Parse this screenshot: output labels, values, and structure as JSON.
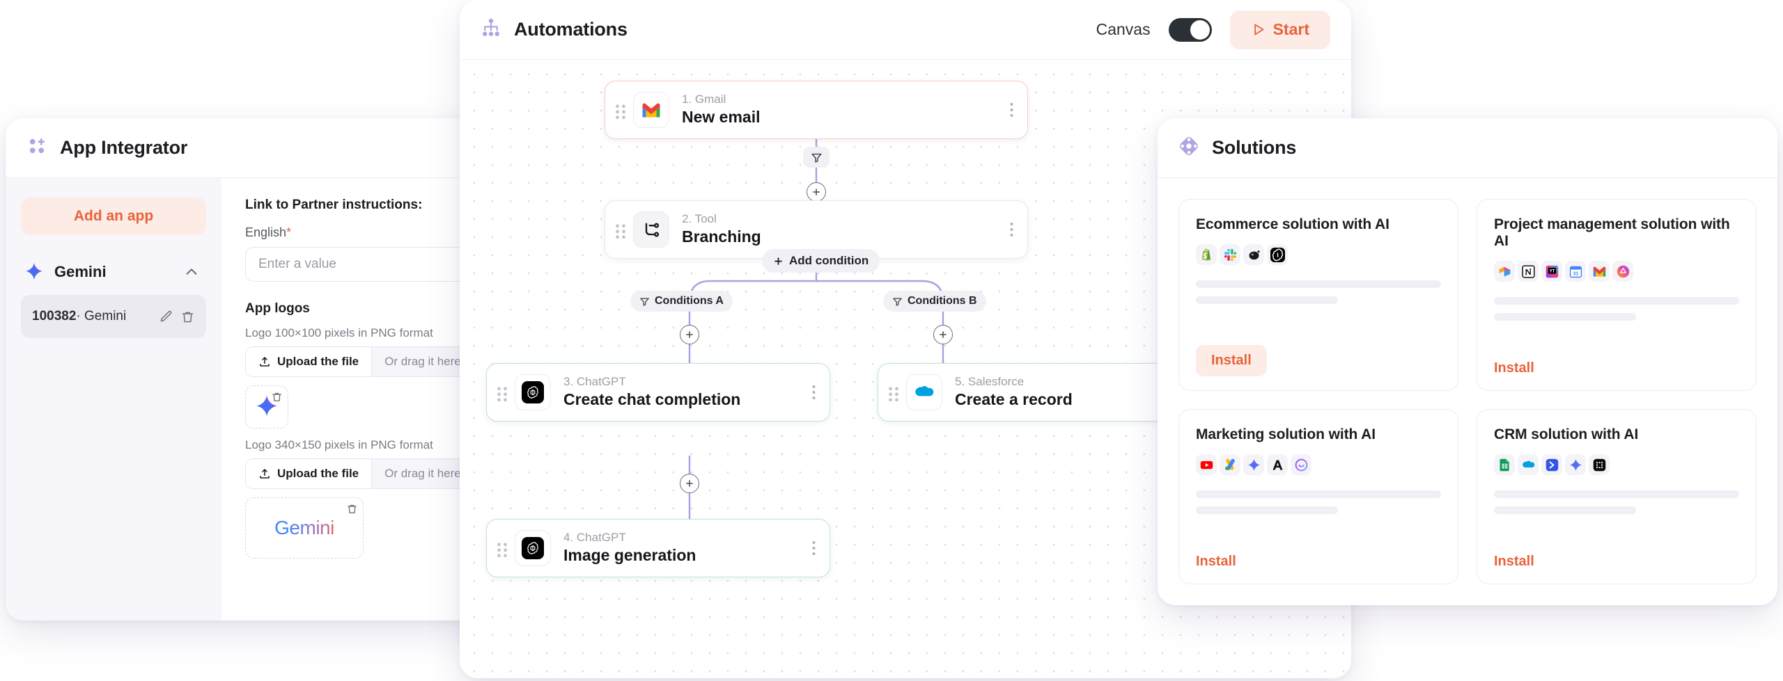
{
  "app_integrator": {
    "title": "App Integrator",
    "icon": "apps-grid-plus-icon",
    "sidebar": {
      "add_button": "Add an app",
      "group": {
        "name": "Gemini",
        "icon": "gemini-star-icon",
        "chevron": "chevron-up-icon"
      },
      "rows": [
        {
          "id": "100382",
          "separator": "·",
          "name": "Gemini",
          "edit_icon": "pencil-icon",
          "delete_icon": "trash-icon"
        }
      ]
    },
    "form": {
      "link_heading": "Link to Partner instructions:",
      "language_label": "English",
      "required_mark": "*",
      "input_placeholder": "Enter a value",
      "input_value": "",
      "logos_section": "App logos",
      "logo_small_hint": "Logo 100×100 pixels in PNG format",
      "logo_wide_hint": "Logo 340×150 pixels in PNG format",
      "upload_button": "Upload the file",
      "drag_text": "Or drag it here",
      "small_thumb_icon": "gemini-star-logo",
      "wide_thumb_text": "Gemini",
      "thumb_delete_icon": "trash-icon"
    }
  },
  "automations": {
    "title": "Automations",
    "icon": "sitemap-icon",
    "canvas_toggle_label": "Canvas",
    "canvas_toggle_on": true,
    "start_button": "Start",
    "start_icon": "play-icon",
    "add_condition": "Add condition",
    "add_condition_icon": "plus-icon",
    "filter_icon": "funnel-icon",
    "branch_labels": [
      {
        "label": "Conditions A",
        "icon": "funnel-icon"
      },
      {
        "label": "Conditions B",
        "icon": "funnel-icon"
      }
    ],
    "nodes": [
      {
        "num": "1. Gmail",
        "name": "New email",
        "icon": "gmail-icon",
        "style": "trigger"
      },
      {
        "num": "2. Tool",
        "name": "Branching",
        "icon": "branching-icon",
        "style": "plain"
      },
      {
        "num": "3. ChatGPT",
        "name": "Create chat completion",
        "icon": "openai-icon",
        "style": "action"
      },
      {
        "num": "4. ChatGPT",
        "name": "Image generation",
        "icon": "openai-icon",
        "style": "action"
      },
      {
        "num": "5. Salesforce",
        "name": "Create a record",
        "icon": "salesforce-icon",
        "style": "action"
      }
    ]
  },
  "solutions": {
    "title": "Solutions",
    "icon": "solutions-diamond-icon",
    "cards": [
      {
        "title": "Ecommerce solution with AI",
        "install": "Install",
        "install_style": "filled",
        "icons": [
          "shopify-icon",
          "slack-icon",
          "mailchimp-icon",
          "openai-icon"
        ]
      },
      {
        "title": "Project management solution with AI",
        "install": "Install",
        "install_style": "text",
        "icons": [
          "kaiten-icon",
          "notion-icon",
          "youtrack-icon",
          "google-calendar-icon",
          "gmail-icon",
          "asana-icon"
        ]
      },
      {
        "title": "Marketing solution with AI",
        "install": "Install",
        "install_style": "text",
        "icons": [
          "youtube-icon",
          "google-ads-icon",
          "gemini-icon",
          "anthropic-icon",
          "copy-ai-icon"
        ]
      },
      {
        "title": "CRM solution with AI",
        "install": "Install",
        "install_style": "text",
        "icons": [
          "google-sheets-icon",
          "salesforce-icon",
          "sendpulse-icon",
          "gemini-icon",
          "blackbox-icon"
        ]
      }
    ]
  },
  "colors": {
    "accent_orange": "#e8633a",
    "accent_orange_bg": "#fdece6",
    "brand_purple": "#b3a3e0",
    "flow_line": "#a9a0e0",
    "action_border": "#bfe6d2",
    "trigger_border": "#f6cfc0"
  }
}
